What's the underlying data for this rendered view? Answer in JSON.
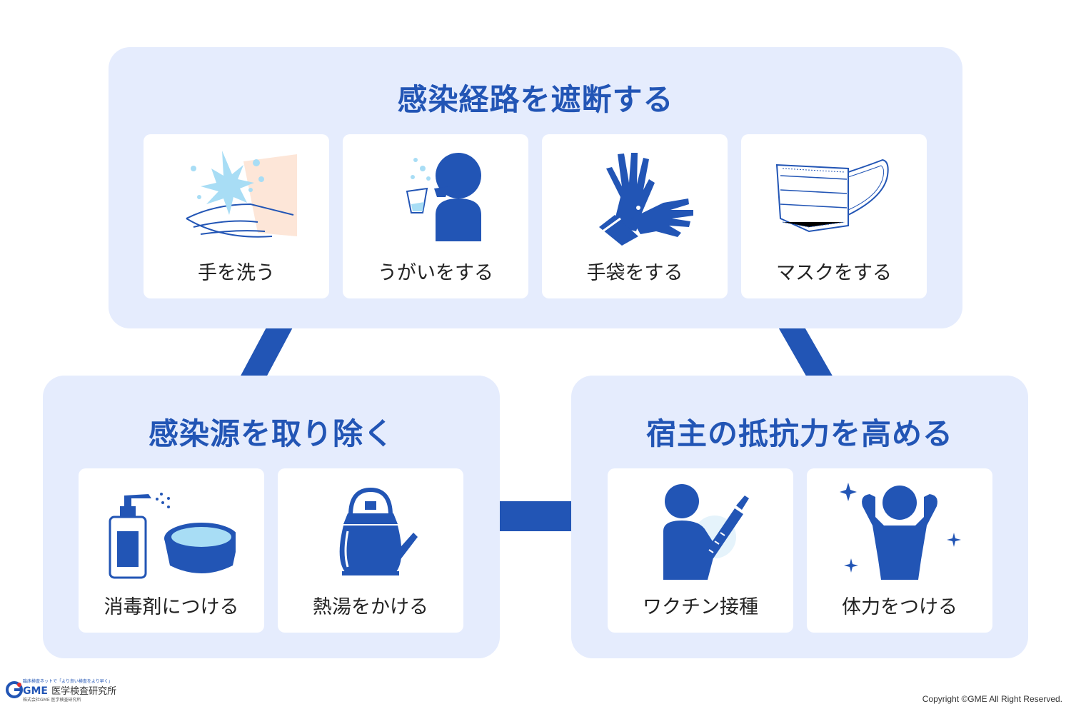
{
  "colors": {
    "accent": "#2255b5",
    "panel": "#e5ecfd",
    "card": "#ffffff",
    "skin": "#fde6d8",
    "water": "#a8ddf5"
  },
  "groups": {
    "top": {
      "title": "感染経路を遮断する",
      "cards": [
        {
          "label": "手を洗う",
          "icon": "handwashing-icon"
        },
        {
          "label": "うがいをする",
          "icon": "gargling-icon"
        },
        {
          "label": "手袋をする",
          "icon": "gloves-icon"
        },
        {
          "label": "マスクをする",
          "icon": "mask-icon"
        }
      ]
    },
    "left": {
      "title": "感染源を取り除く",
      "cards": [
        {
          "label": "消毒剤につける",
          "icon": "disinfectant-icon"
        },
        {
          "label": "熱湯をかける",
          "icon": "kettle-icon"
        }
      ]
    },
    "right": {
      "title": "宿主の抵抗力を高める",
      "cards": [
        {
          "label": "ワクチン接種",
          "icon": "vaccine-icon"
        },
        {
          "label": "体力をつける",
          "icon": "strength-icon"
        }
      ]
    }
  },
  "footer": {
    "logo_letter": "G",
    "logo_name": "GME",
    "logo_text": "医学検査研究所",
    "logo_tagline": "臨床検査ネットで「より良い検査をより早く」",
    "logo_subtext": "株式会社GME 医学検査研究所",
    "copyright": "Copyright ©GME All Right Reserved."
  }
}
